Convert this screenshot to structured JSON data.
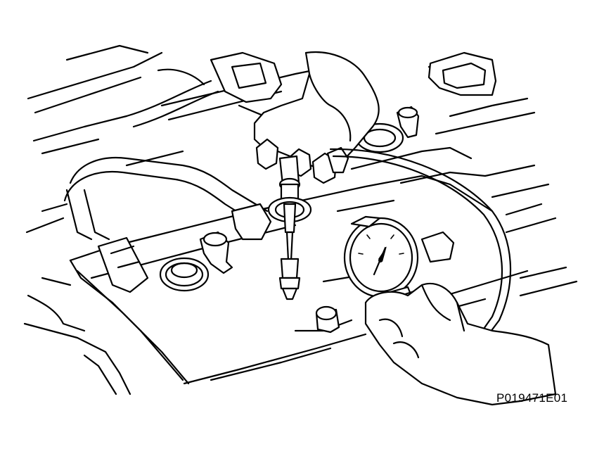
{
  "figure": {
    "id": "P019471E01"
  },
  "colors": {
    "line": "#000000",
    "background": "#ffffff"
  },
  "parts": {
    "engine": "engine-cylinder-head-cover",
    "tester": "compression-gauge-with-hose-and-adapter"
  }
}
